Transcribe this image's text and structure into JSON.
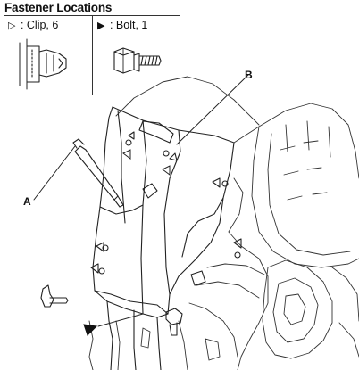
{
  "title": "Fastener Locations",
  "legend": {
    "clip": {
      "symbol": "▷",
      "text": ": Clip, 6"
    },
    "bolt": {
      "symbol": "▶",
      "text": ": Bolt, 1"
    }
  },
  "callouts": {
    "a": "A",
    "b": "B"
  }
}
